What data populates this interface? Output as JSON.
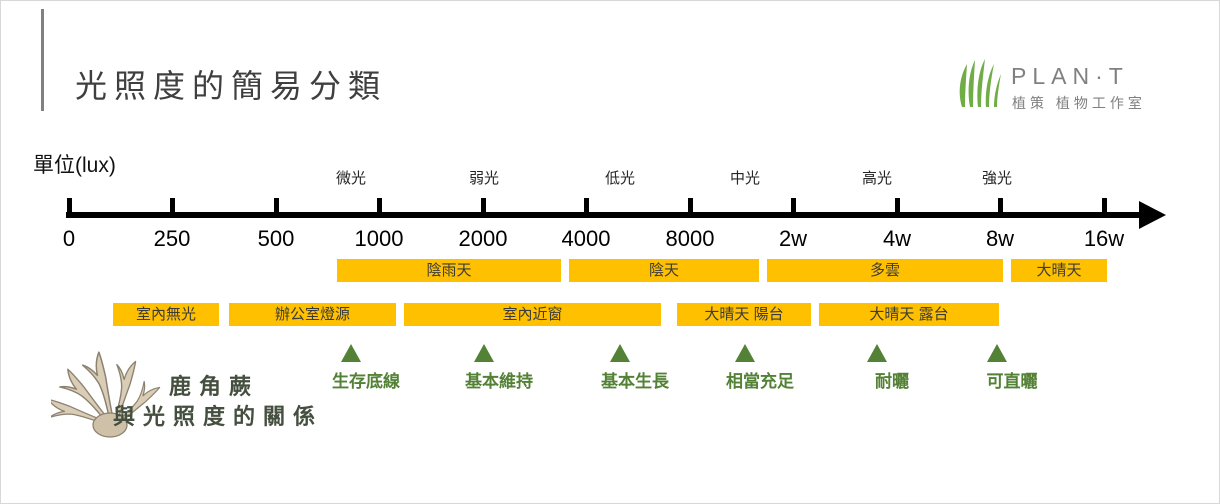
{
  "slide": {
    "title": "光照度的簡易分類",
    "unit_label": "單位(lux)"
  },
  "logo": {
    "brand": "PLAN·T",
    "subtitle": "植策 植物工作室",
    "icon": "plant-strokes-icon"
  },
  "axis": {
    "ticks": [
      "0",
      "250",
      "500",
      "1000",
      "2000",
      "4000",
      "8000",
      "2w",
      "4w",
      "8w",
      "16w"
    ],
    "zones": [
      "微光",
      "弱光",
      "低光",
      "中光",
      "高光",
      "強光"
    ]
  },
  "bars": {
    "weather": [
      {
        "label": "陰雨天",
        "approx_lux_span": "≈1000–4000"
      },
      {
        "label": "陰天",
        "approx_lux_span": "≈4000–20000"
      },
      {
        "label": "多雲",
        "approx_lux_span": "≈20000–80000"
      },
      {
        "label": "大晴天",
        "approx_lux_span": "≈80000–160000"
      }
    ],
    "environment": [
      {
        "label": "室內無光",
        "approx_lux_span": "≈100–250"
      },
      {
        "label": "辦公室燈源",
        "approx_lux_span": "≈300–1000"
      },
      {
        "label": "室內近窗",
        "approx_lux_span": "≈1000–7000"
      },
      {
        "label": "大晴天 陽台",
        "approx_lux_span": "≈8000–20000"
      },
      {
        "label": "大晴天 露台",
        "approx_lux_span": "≈25000–80000"
      }
    ]
  },
  "markers": {
    "items": [
      {
        "label": "生存底線",
        "zone": "微光"
      },
      {
        "label": "基本維持",
        "zone": "弱光"
      },
      {
        "label": "基本生長",
        "zone": "低光"
      },
      {
        "label": "相當充足",
        "zone": "中光"
      },
      {
        "label": "耐曬",
        "zone": "高光"
      },
      {
        "label": "可直曬",
        "zone": "強光"
      }
    ]
  },
  "fern": {
    "label_line1": "鹿角蕨",
    "label_line2": "與光照度的關係"
  },
  "colors": {
    "gold": "#FFC000",
    "green": "#538135",
    "logo_green": "#70AD47",
    "title_gray": "#3F3F3F"
  }
}
